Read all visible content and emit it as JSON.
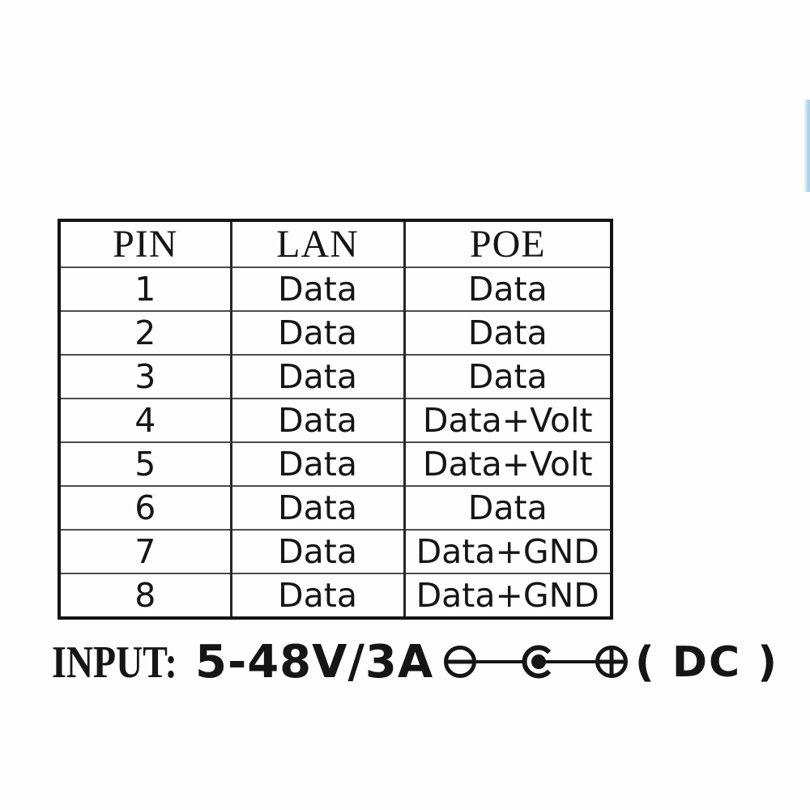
{
  "colors": {
    "text": "#151515",
    "table_outer_border": "#141414",
    "table_row_line": "#4d4d4d",
    "table_col_line": "#262626",
    "accent_strip": "#a9d3ed"
  },
  "table": {
    "headers": [
      "PIN",
      "LAN",
      "POE"
    ],
    "rows": [
      [
        "1",
        "Data",
        "Data"
      ],
      [
        "2",
        "Data",
        "Data"
      ],
      [
        "3",
        "Data",
        "Data"
      ],
      [
        "4",
        "Data",
        "Data+Volt"
      ],
      [
        "5",
        "Data",
        "Data+Volt"
      ],
      [
        "6",
        "Data",
        "Data"
      ],
      [
        "7",
        "Data",
        "Data+GND"
      ],
      [
        "8",
        "Data",
        "Data+GND"
      ]
    ]
  },
  "footer": {
    "input_label": "INPUT:",
    "input_value": "5-48V/3A",
    "dc_label": "( DC )",
    "polarity_icon": "dc-polarity-center-positive-icon"
  }
}
